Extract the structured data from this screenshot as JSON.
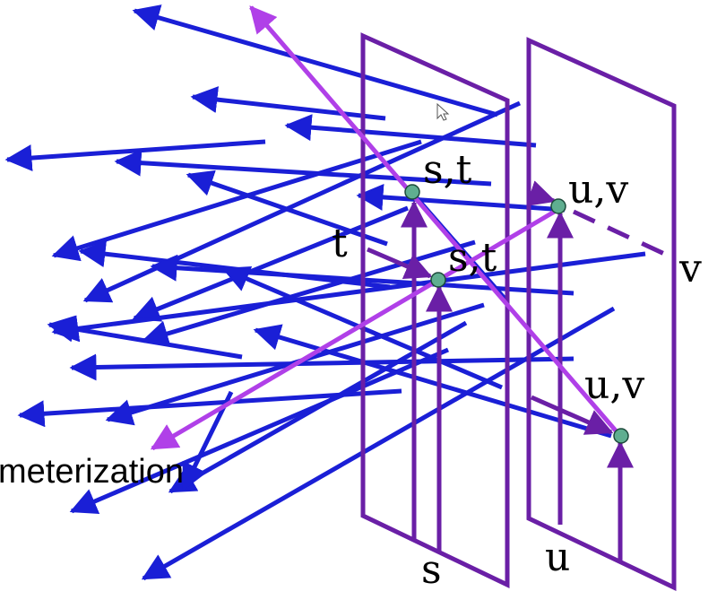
{
  "labels": {
    "st_top": "s,t",
    "st_mid": "s,t",
    "uv_top": "u,v",
    "uv_bottom": "u,v",
    "t_axis": "t",
    "v_axis": "v",
    "s_axis": "s",
    "u_axis": "u",
    "caption_fragment": "meterization"
  },
  "colors": {
    "plane": "#6a1fa6",
    "blue_ray": "#1a1fd6",
    "magenta_ray": "#b040e8",
    "node": "#5fae90"
  },
  "icons": [
    "arrow-icon",
    "mouse-cursor-icon"
  ]
}
